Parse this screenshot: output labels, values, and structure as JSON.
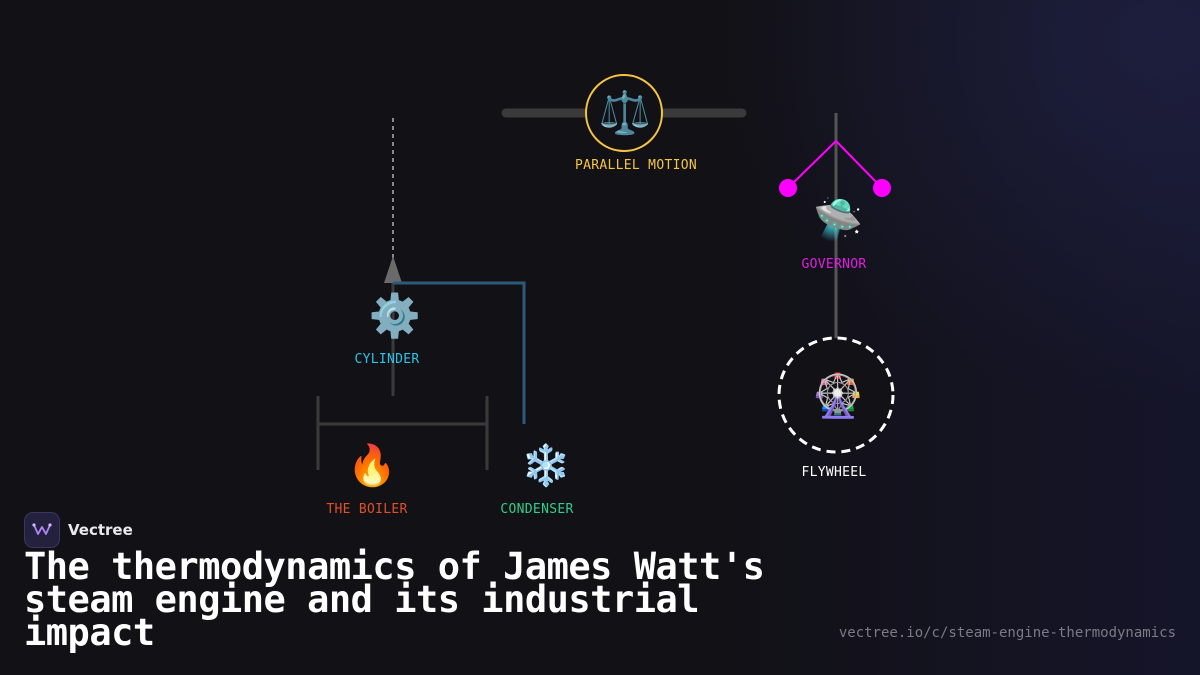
{
  "brand": {
    "name": "Vectree"
  },
  "title": "The thermodynamics of James Watt's steam engine and its industrial impact",
  "url": "vectree.io/c/steam-engine-thermodynamics",
  "nodes": {
    "parallel_motion": {
      "label": "PARALLEL MOTION",
      "icon": "balance-scale-icon",
      "emoji": "⚖️",
      "color": "#f5c542"
    },
    "governor": {
      "label": "GOVERNOR",
      "icon": "flying-saucer-icon",
      "emoji": "🛸",
      "color": "#e01ee0"
    },
    "cylinder": {
      "label": "CYLINDER",
      "icon": "gear-icon",
      "emoji": "⚙️",
      "color": "#2fc3e8"
    },
    "boiler": {
      "label": "THE BOILER",
      "icon": "fire-icon",
      "emoji": "🔥",
      "color": "#e0502a"
    },
    "condenser": {
      "label": "CONDENSER",
      "icon": "snowflake-icon",
      "emoji": "❄️",
      "color": "#2fcf8a"
    },
    "flywheel": {
      "label": "FLYWHEEL",
      "icon": "ferris-wheel-icon",
      "emoji": "🎡",
      "color": "#ffffff"
    }
  },
  "colors": {
    "background": "#121116",
    "beam": "#3a3a3a",
    "pipe": "#2c5a78",
    "governor_arms": "#ff00ff"
  }
}
